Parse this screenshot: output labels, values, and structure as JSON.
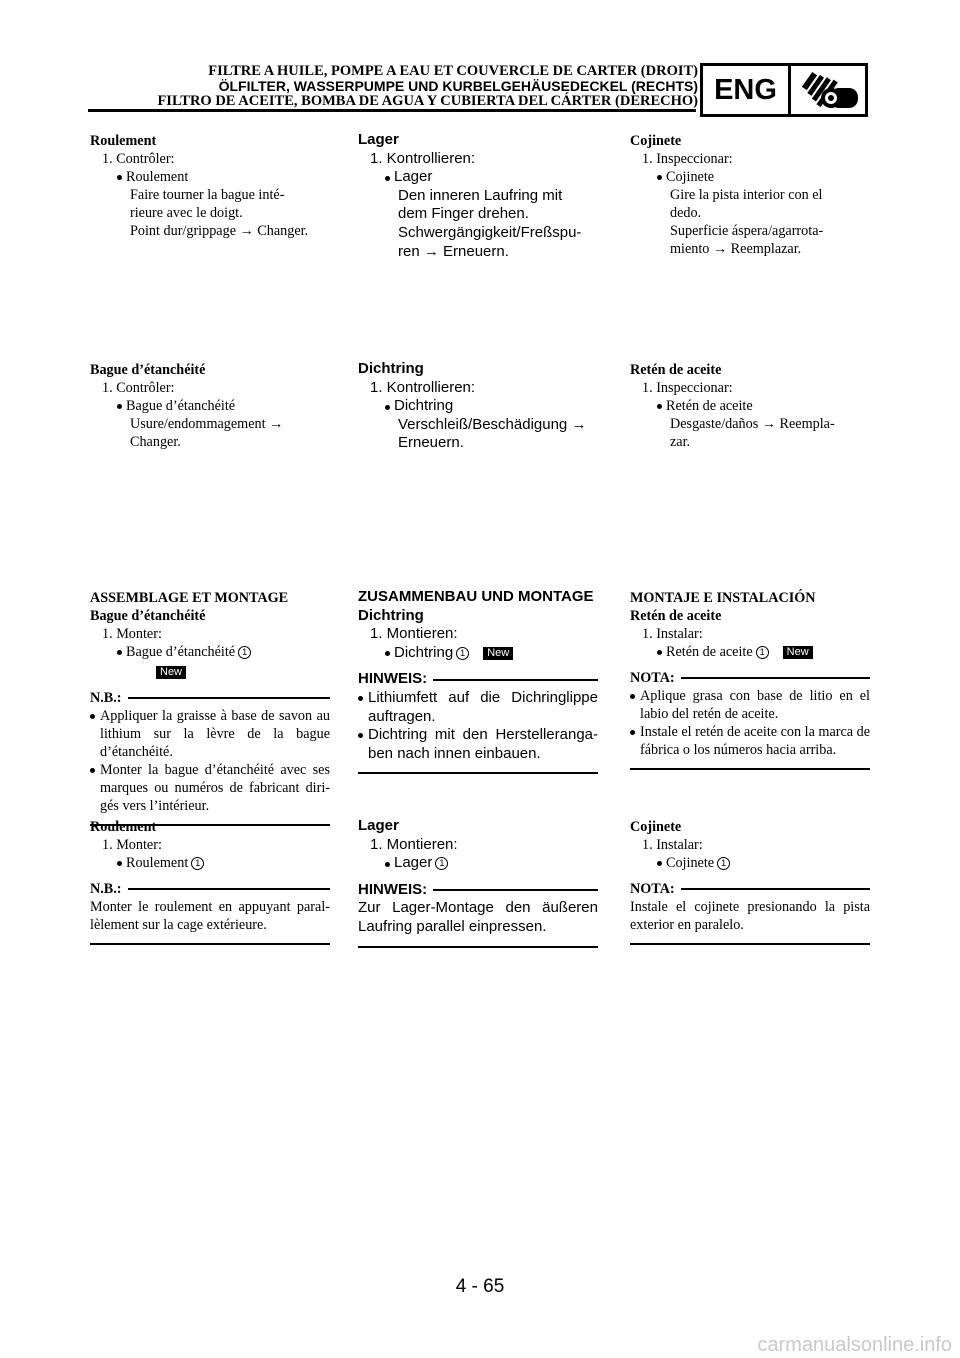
{
  "header": {
    "title_fr": "FILTRE A HUILE, POMPE A EAU ET COUVERCLE DE CARTER (DROIT)",
    "title_de": "ÖLFILTER, WASSERPUMPE UND KURBELGEHÄUSEDECKEL (RECHTS)",
    "title_es": "FILTRO DE ACEITE, BOMBA DE AGUA Y CUBIERTA DEL CÁRTER (DERECHO)",
    "section_label": "ENG",
    "section_icon": "engine-icon"
  },
  "fr": {
    "s1": {
      "title": "Roulement",
      "step": "1. Contrôler:",
      "item": "Roulement",
      "text1": "Faire tourner la bague inté-",
      "text2": "rieure avec le doigt.",
      "text3": "Point dur/grippage → Changer."
    },
    "s2": {
      "title": "Bague d’étanchéité",
      "step": "1. Contrôler:",
      "item": "Bague d’étanchéité",
      "text1": "Usure/endommagement →",
      "text2": "Changer."
    },
    "s3": {
      "title": "ASSEMBLAGE ET MONTAGE",
      "subtitle": "Bague d’étanchéité",
      "step": "1. Monter:",
      "item": "Bague d’étanchéité",
      "ref": "1",
      "new": "New",
      "note_label": "N.B.:",
      "note1": "Appliquer la graisse à base de savon au lithium sur la lèvre de la bague d’étanchéité.",
      "note2": "Monter la bague d’étanchéité avec ses marques ou numéros de fabricant diri-gés vers l’intérieur."
    },
    "s4": {
      "title": "Roulement",
      "step": "1. Monter:",
      "item": "Roulement",
      "ref": "1",
      "note_label": "N.B.:",
      "note": "Monter le roulement en appuyant paral-lèlement sur la cage extérieure."
    }
  },
  "de": {
    "s1": {
      "title": "Lager",
      "step": "1. Kontrollieren:",
      "item": "Lager",
      "text1": "Den inneren Laufring mit",
      "text2": "dem Finger drehen.",
      "text3": "Schwergängigkeit/Freßspu-",
      "text4": "ren → Erneuern."
    },
    "s2": {
      "title": "Dichtring",
      "step": "1. Kontrollieren:",
      "item": "Dichtring",
      "text1": "Verschleiß/Beschädigung →",
      "text2": "Erneuern."
    },
    "s3": {
      "title": "ZUSAMMENBAU UND MONTAGE",
      "subtitle": "Dichtring",
      "step": "1. Montieren:",
      "item": "Dichtring",
      "ref": "1",
      "new": "New",
      "note_label": "HINWEIS:",
      "note1": "Lithiumfett auf die Dichringlippe auftragen.",
      "note2": "Dichtring mit den Herstelleranga-ben nach innen einbauen."
    },
    "s4": {
      "title": "Lager",
      "step": "1. Montieren:",
      "item": "Lager",
      "ref": "1",
      "note_label": "HINWEIS:",
      "note": "Zur Lager-Montage den äußeren Laufring parallel einpressen."
    }
  },
  "es": {
    "s1": {
      "title": "Cojinete",
      "step": "1. Inspeccionar:",
      "item": "Cojinete",
      "text1": "Gire la pista interior con el",
      "text2": "dedo.",
      "text3": "Superficie áspera/agarrota-",
      "text4": "miento → Reemplazar."
    },
    "s2": {
      "title": "Retén de aceite",
      "step": "1. Inspeccionar:",
      "item": "Retén de aceite",
      "text1": "Desgaste/daños → Reempla-",
      "text2": "zar."
    },
    "s3": {
      "title": "MONTAJE E INSTALACIÓN",
      "subtitle": "Retén de aceite",
      "step": "1. Instalar:",
      "item": "Retén de aceite",
      "ref": "1",
      "new": "New",
      "note_label": "NOTA:",
      "note1": "Aplique grasa con base de litio en el labio del retén de aceite.",
      "note2": "Instale el retén de aceite con la marca de fábrica o los números hacia arriba."
    },
    "s4": {
      "title": "Cojinete",
      "step": "1. Instalar:",
      "item": "Cojinete",
      "ref": "1",
      "note_label": "NOTA:",
      "note": "Instale el cojinete presionando la pista exterior en paralelo."
    }
  },
  "footer": {
    "page": "4 - 65",
    "watermark": "carmanualsonline.info"
  }
}
